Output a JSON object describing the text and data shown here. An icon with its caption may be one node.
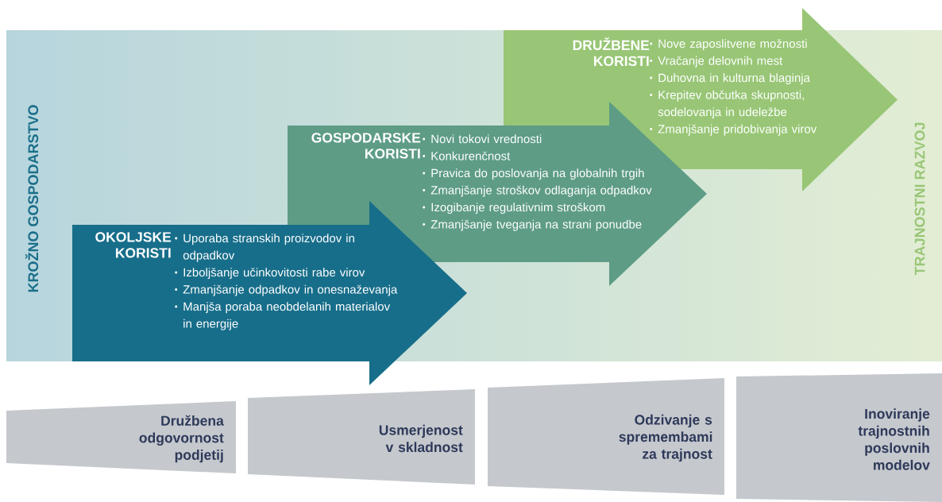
{
  "diagram": {
    "nodes": [
      {
        "text": [
          "KROŽNO GOSPODARSTVO",
          "TRAJNOSTNI RAZVOJ"
        ]
      },
      {
        "text": [
          "OKOLJSKE KORISTI",
          "Uporaba stranskih proizvodov in odpadkov",
          "Izboljšanje učinkovitosti rabe virov",
          "Zmanjšanje odpadkov in onesnaževanja",
          "Manjša poraba neobdelanih materialov in energije"
        ]
      },
      {
        "text": [
          "GOSPODARSKE KORISTI",
          "Novi tokovi vrednosti",
          "Konkurenčnost",
          "Pravica do poslovanja na globalnih trgih",
          "Zmanjšanje stroškov odlaganja odpadkov",
          "Izogibanje regulativnim stroškom",
          "Zmanjšanje tveganja na strani ponudbe"
        ]
      },
      {
        "text": [
          "DRUŽBENE KORISTI",
          "Nove zaposlitvene možnosti",
          "Vračanje delovnih mest",
          "Duhovna in kulturna blaginja",
          "Krepitev občutka skupnosti, sodelovanja in udeležbe",
          "Zmanjšanje pridobivanja virov"
        ]
      },
      {
        "text": [
          "Družbena odgovornost podjetij"
        ]
      },
      {
        "text": [
          "Usmerjenost v skladnost"
        ]
      },
      {
        "text": [
          "Odzivanje s spremembami za trajnost"
        ]
      },
      {
        "text": [
          "Inoviranje trajnostnih poslovnih modelov"
        ]
      }
    ]
  }
}
